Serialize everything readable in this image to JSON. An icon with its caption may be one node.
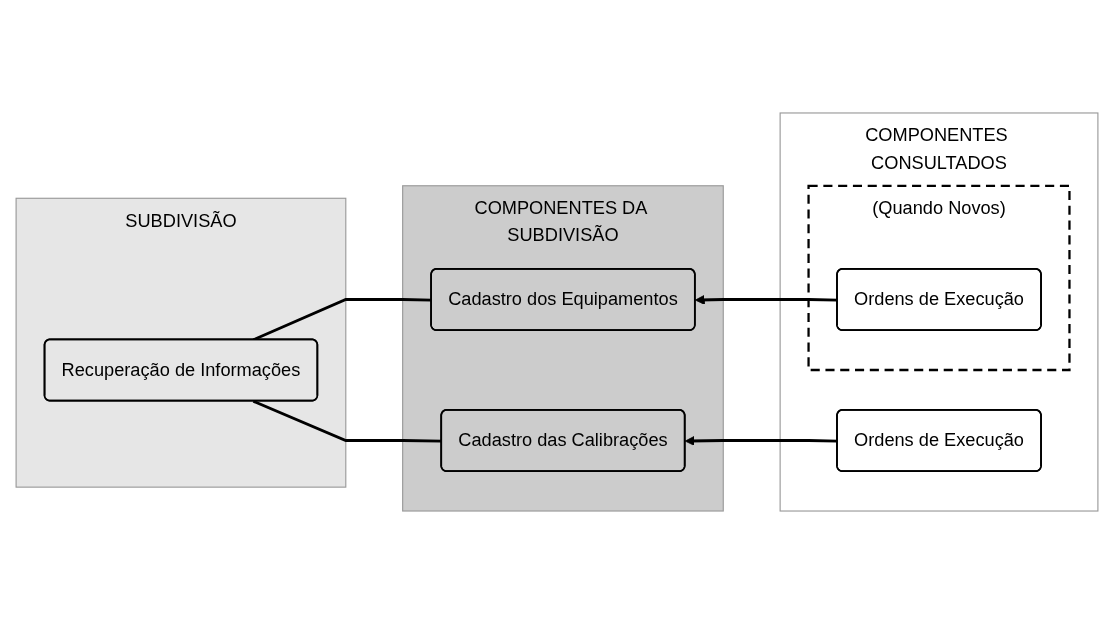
{
  "diagram": {
    "nodes": [
      {
        "text": [
          "SUBDIVISÃO"
        ]
      },
      {
        "text": [
          "Recuperação de Informações"
        ],
        "in": 0
      },
      {
        "text": [
          "COMPONENTES DA SUBDIVISÃO"
        ]
      },
      {
        "text": [
          "Cadastro dos Equipamentos"
        ],
        "in": 2
      },
      {
        "text": [
          "Cadastro das Calibrações"
        ],
        "in": 2
      },
      {
        "text": [
          "COMPONENTES CONSULTADOS"
        ]
      },
      {
        "text": [
          "(Quando Novos)"
        ],
        "in": 5
      },
      {
        "text": [
          "Ordens de Execução"
        ],
        "in": 6
      },
      {
        "text": [
          "Ordens de Execução"
        ],
        "in": 5
      }
    ],
    "edges": [
      {
        "from": 1,
        "to": 3,
        "arrow": "none"
      },
      {
        "from": 1,
        "to": 4,
        "arrow": "none"
      },
      {
        "from": 7,
        "to": 3,
        "arrow": "to"
      },
      {
        "from": 8,
        "to": 4,
        "arrow": "to"
      }
    ]
  }
}
